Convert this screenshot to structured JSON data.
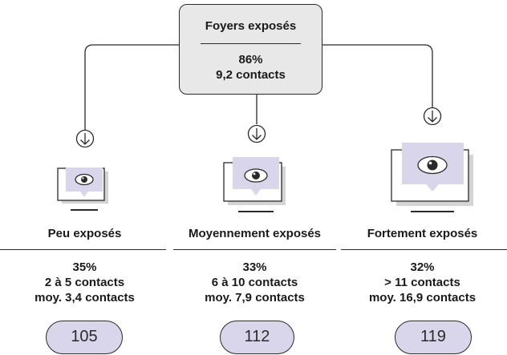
{
  "top": {
    "title": "Foyers exposés",
    "share": "86%",
    "contacts": "9,2 contacts"
  },
  "columns": [
    {
      "title": "Peu exposés",
      "share": "35%",
      "range": "2 à 5 contacts",
      "avg": "moy. 3,4 contacts",
      "badge": "105"
    },
    {
      "title": "Moyennement exposés",
      "share": "33%",
      "range": "6 à 10 contacts",
      "avg": "moy. 7,9 contacts",
      "badge": "112"
    },
    {
      "title": "Fortement exposés",
      "share": "32%",
      "range": "> 11 contacts",
      "avg": "moy. 16,9 contacts",
      "badge": "119"
    }
  ],
  "colors": {
    "accent": "#d9d6ec",
    "box": "#e8e8e8",
    "stroke": "#2a2a2a",
    "shadow": "#d4d4d4"
  },
  "icons": [
    "arrow-down-circle-icon",
    "monitor-eye-icon"
  ]
}
